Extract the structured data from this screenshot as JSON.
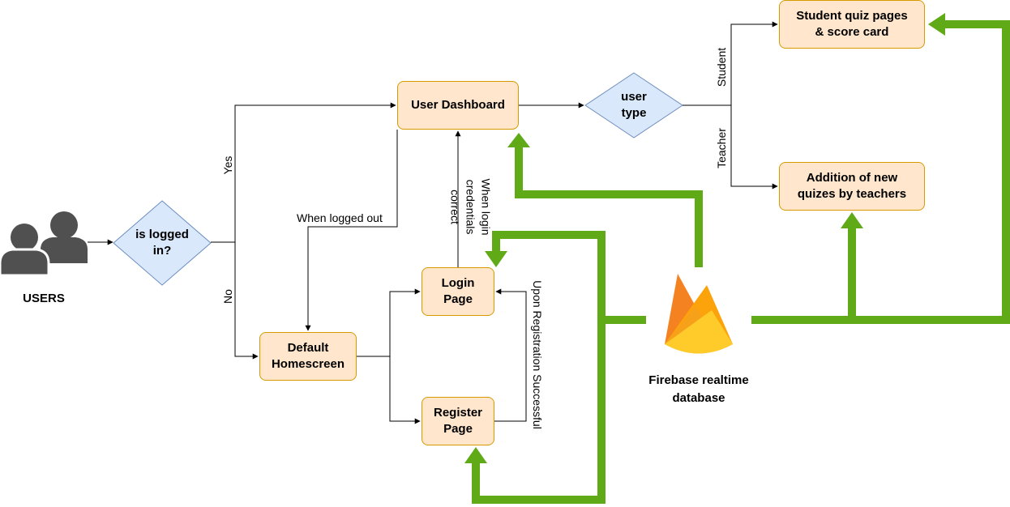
{
  "nodes": {
    "users": "USERS",
    "is_logged_in": "is logged in?",
    "default_homescreen": "Default Homescreen",
    "login_page": "Login Page",
    "register_page": "Register Page",
    "user_dashboard": "User Dashboard",
    "user_type": "user type",
    "student_quiz": "Student quiz pages & score card",
    "addition_quizes": "Addition of new quizes by teachers",
    "firebase": "Firebase realtime database"
  },
  "edge_labels": {
    "yes": "Yes",
    "no": "No",
    "when_logged_out": "When logged out",
    "when_login_correct": "When login credentials correct",
    "upon_registration": "Upon Registration Successful",
    "student": "Student",
    "teacher": "Teacher"
  },
  "colors": {
    "process_fill": "#ffe6cc",
    "process_stroke": "#d79b00",
    "decision_fill": "#dae8fc",
    "decision_stroke": "#6c8ebf",
    "data_flow": "#60a917",
    "user_icon": "#505050"
  },
  "icons": {
    "users": "users-icon",
    "firebase": "firebase-flame-icon"
  }
}
